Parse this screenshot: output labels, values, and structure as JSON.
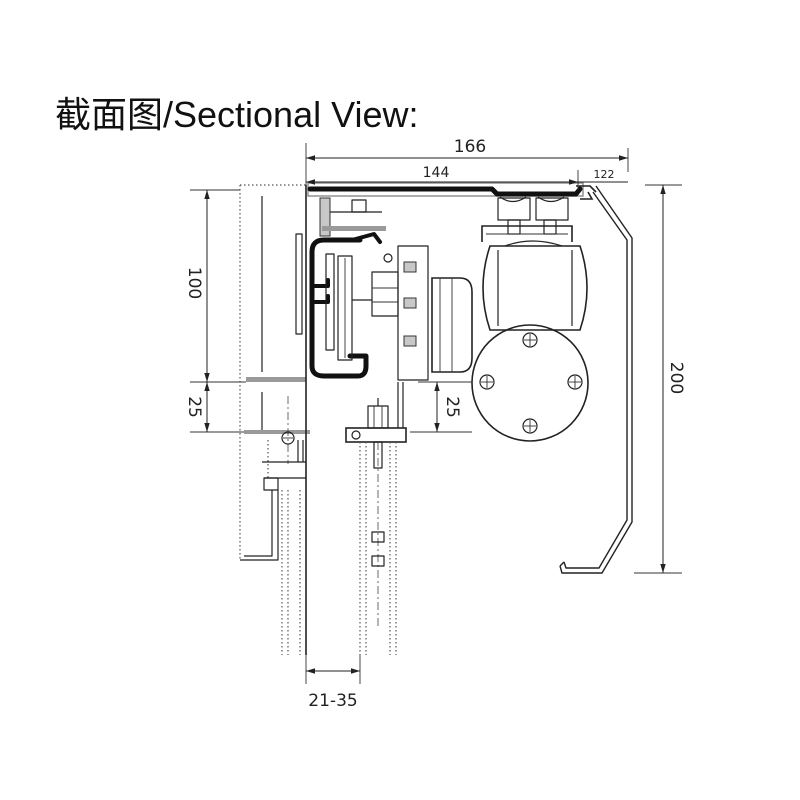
{
  "title": "截面图/Sectional View:",
  "dimensions": {
    "top_overall": "166",
    "top_track": "144",
    "top_cover": "122",
    "left_upper": "100",
    "left_lower": "25",
    "middle": "25",
    "right_overall": "200",
    "bottom_door": "21-35"
  }
}
